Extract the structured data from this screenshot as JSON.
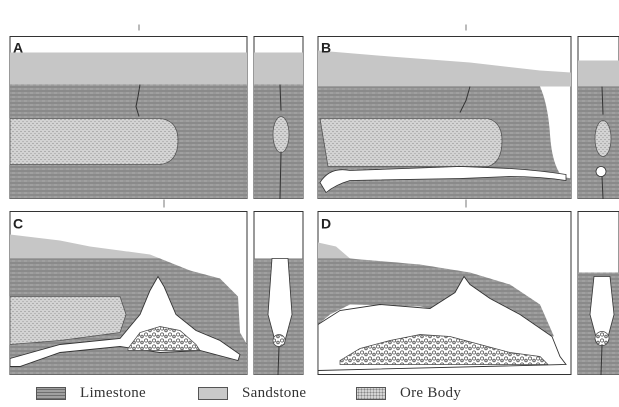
{
  "panels": [
    {
      "label": "A"
    },
    {
      "label": "B"
    },
    {
      "label": "C"
    },
    {
      "label": "D"
    }
  ],
  "legend": [
    {
      "label": "Limestone",
      "pattern": "limestone"
    },
    {
      "label": "Sandstone",
      "pattern": "sandstone"
    },
    {
      "label": "Ore Body",
      "pattern": "ore"
    }
  ],
  "colors": {
    "limestone": "#a0a0a0",
    "limestone_lines": "#6a6a6a",
    "sandstone": "#c6c6c6",
    "ore": "#d4d4d4",
    "void": "#ffffff",
    "outline": "#333333"
  }
}
